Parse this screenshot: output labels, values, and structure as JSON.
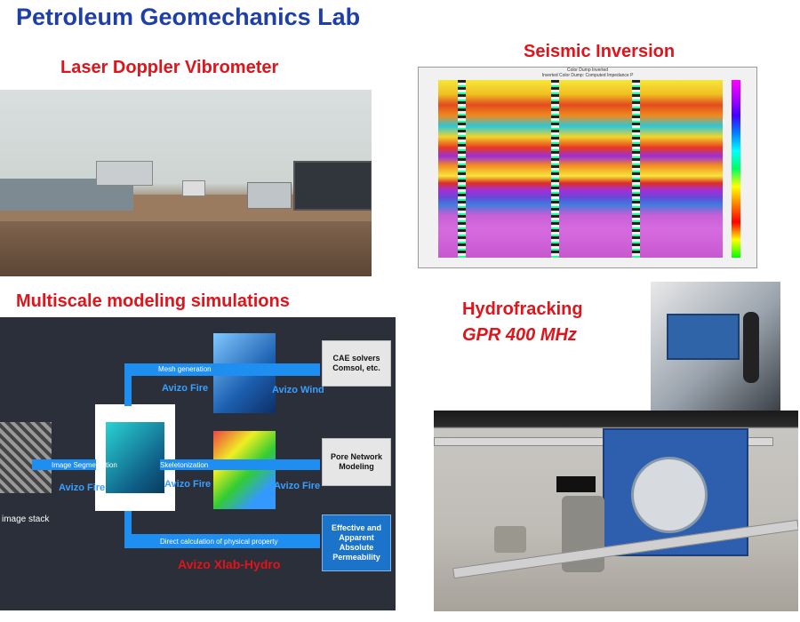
{
  "title": "Petroleum Geomechanics Lab",
  "sections": {
    "ldv": {
      "heading": "Laser Doppler Vibrometer"
    },
    "seismic": {
      "heading": "Seismic Inversion",
      "window_title": "Color Dump Inverted",
      "subtitle": "Inverted Color Dump: Computed Impedance P"
    },
    "multiscale": {
      "heading": "Multiscale modeling simulations",
      "labels": {
        "mesh_generation": "Mesh generation",
        "avizo_fire_1": "Avizo Fire",
        "avizo_wind": "Avizo Wind",
        "cae_solvers": "CAE solvers Comsol, etc.",
        "image_segmentation": "Image Segmentation",
        "avizo_fire_2": "Avizo Fire",
        "skeletonization": "Skeletonization",
        "avizo_fire_3": "Avizo Fire",
        "avizo_fire_4": "Avizo Fire",
        "pore_network": "Pore Network Modeling",
        "image_stack": "image stack",
        "direct_calc": "Direct calculation of physical property",
        "avizo_xlab": "Avizo Xlab-Hydro",
        "permeability": "Effective and Apparent Absolute Permeability"
      }
    },
    "hydro": {
      "heading": "Hydrofracking",
      "subheading": "GPR 400 MHz"
    }
  },
  "colors": {
    "title_blue": "#1f3fa8",
    "heading_red": "#e0141a",
    "diagram_bg": "#2b2f3a",
    "arrow_blue": "#1e8ff0"
  }
}
